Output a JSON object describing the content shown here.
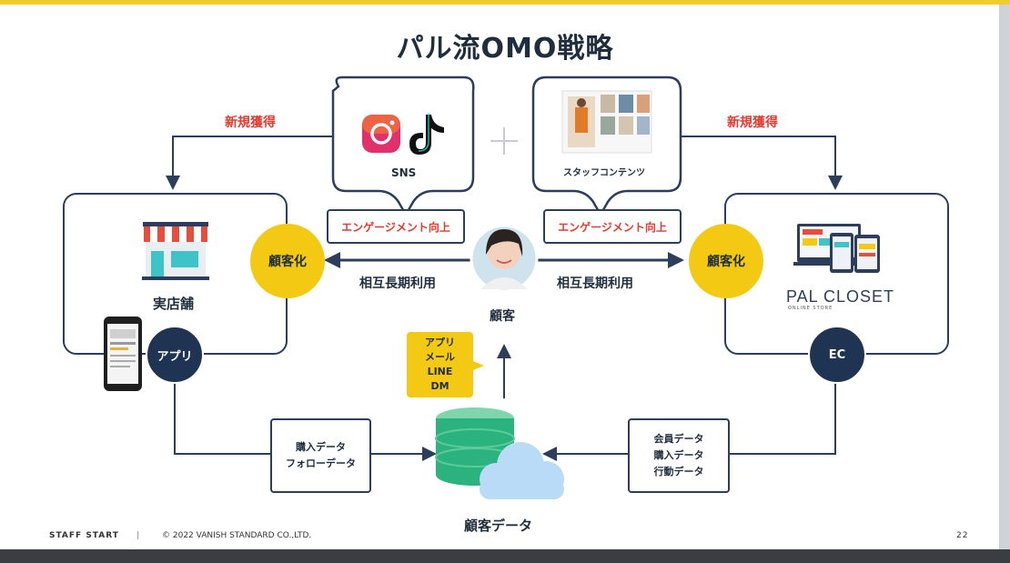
{
  "title": "パル流OMO戦略",
  "sns": {
    "label": "SNS"
  },
  "staff": {
    "label": "スタッフコンテンツ"
  },
  "acquisition": {
    "left": "新規獲得",
    "right": "新規獲得"
  },
  "engagement": {
    "left": "エンゲージメント向上",
    "right": "エンゲージメント向上"
  },
  "conversion": {
    "left": "顧客化",
    "right": "顧客化"
  },
  "mutual_use": {
    "left": "相互長期利用",
    "right": "相互長期利用"
  },
  "customer": {
    "label": "顧客"
  },
  "store": {
    "label": "実店舗",
    "channel": "アプリ"
  },
  "ec": {
    "brand": "PAL CLOSET",
    "brand_sub": "ONLINE STORE",
    "channel": "EC"
  },
  "channels_box": {
    "lines": [
      "アプリ",
      "メール",
      "LINE",
      "DM"
    ]
  },
  "left_data": {
    "lines": [
      "購入データ",
      "フォローデータ"
    ]
  },
  "right_data": {
    "lines": [
      "会員データ",
      "購入データ",
      "行動データ"
    ]
  },
  "database": {
    "label": "顧客データ"
  },
  "footer": {
    "brand": "STAFF START",
    "separator": "|",
    "copyright": "© 2022 VANISH STANDARD CO.,LTD.",
    "page": "22"
  },
  "colors": {
    "accent_yellow": "#f4c913",
    "navy": "#1f3352",
    "red": "#e23b2e",
    "teal": "#2ab37f"
  }
}
